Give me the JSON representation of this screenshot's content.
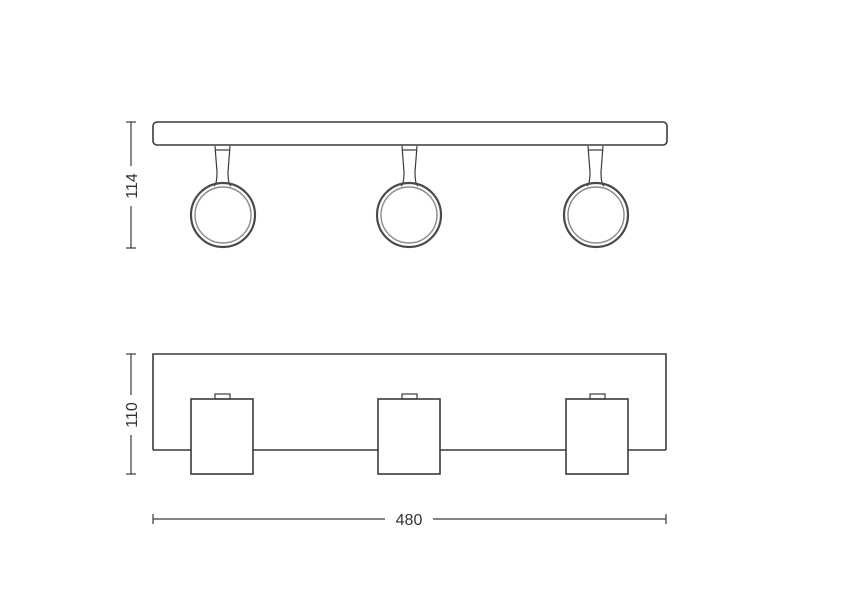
{
  "dimensions": {
    "height_top": "114",
    "height_bottom": "110",
    "width": "480"
  },
  "colors": {
    "line": "#3a3a3a",
    "background": "#ffffff"
  },
  "views": {
    "front_spot_count": 3,
    "top_spot_count": 3
  }
}
